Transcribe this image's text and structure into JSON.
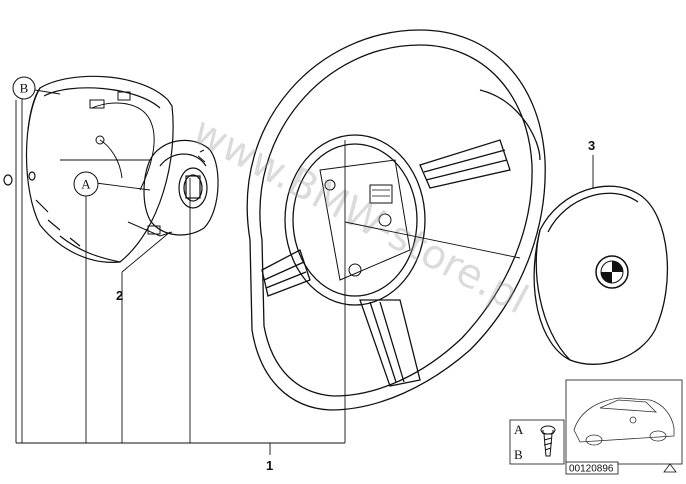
{
  "callouts": {
    "part_1": "1",
    "part_2": "2",
    "part_3": "3"
  },
  "markers": {
    "a": "A",
    "b": "B"
  },
  "legend": {
    "a": "A",
    "b": "B"
  },
  "watermark": "www.BMW-store.pl",
  "diagram_ref": "00120896",
  "icons": [
    "horn-cover-emblem",
    "screw-icon",
    "car-thumbnail"
  ]
}
